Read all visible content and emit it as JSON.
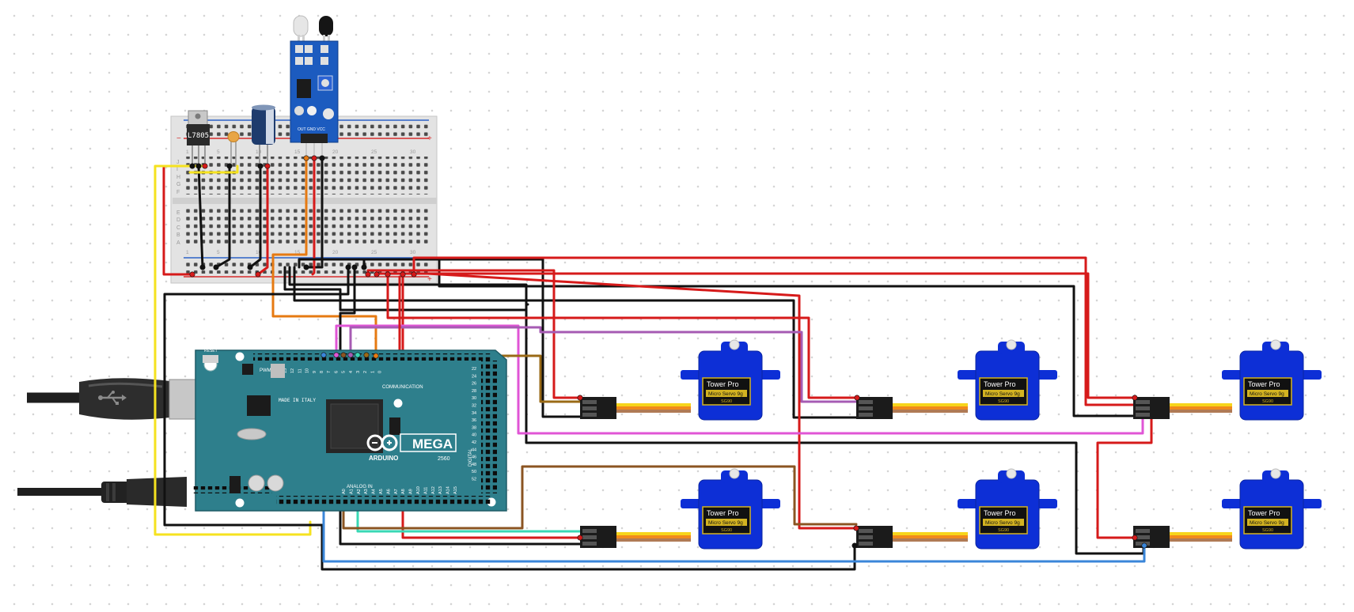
{
  "colors": {
    "canvas": "#ffffff",
    "grid_dot": "#d4d4d4",
    "breadboard": "#e3e3e3",
    "rail_red": "#d72d2d",
    "rail_blue": "#2d63c8",
    "arduino": "#2e7f8c",
    "servo_blue": "#0d2fd6",
    "ir_sensor": "#1c5bbf",
    "wire_red": "#d61a1a",
    "wire_black": "#111111",
    "wire_yellow": "#f5e21f",
    "wire_orange": "#e67a12",
    "wire_pink": "#e055d6",
    "wire_purple": "#a65bb3",
    "wire_cyan": "#39d8b4",
    "wire_brown": "#8b5422",
    "wire_blue": "#3a86d9",
    "wire_olive": "#9a6a16"
  },
  "icons": {
    "usb": "usb-icon",
    "arduino_logo": "infinity-logo-icon"
  },
  "regulator": {
    "label": "L7805"
  },
  "arduino": {
    "board_name": "MEGA",
    "board_model": "2560",
    "brand": "ARDUINO",
    "made_in": "MADE IN ITALY",
    "digital_label": "DIGITAL",
    "communication_label": "COMMUNICATION",
    "analog_label": "ANALOG IN",
    "reset_label": "RESET",
    "pwm_label": "PWM",
    "pin_top_labels": [
      "13",
      "12",
      "11",
      "10",
      "9",
      "8",
      "7",
      "6",
      "5",
      "4",
      "3",
      "2",
      "1",
      "0"
    ],
    "pin_right_labels": [
      "22",
      "24",
      "26",
      "28",
      "30",
      "32",
      "34",
      "36",
      "38",
      "40",
      "42",
      "44",
      "46",
      "48",
      "50",
      "52"
    ],
    "pin_analog_labels": [
      "A0",
      "A1",
      "A2",
      "A3",
      "A4",
      "A5",
      "A6",
      "A7",
      "A8",
      "A9",
      "A10",
      "A11",
      "A12",
      "A13",
      "A14",
      "A15"
    ]
  },
  "ir_sensor": {
    "pin_labels": "OUT GND VCC"
  },
  "breadboard": {
    "row_letters": [
      "J",
      "I",
      "H",
      "G",
      "F",
      "E",
      "D",
      "C",
      "B",
      "A"
    ],
    "column_numbers": [
      "1",
      "5",
      "10",
      "15",
      "20",
      "25",
      "30"
    ],
    "plus": "+",
    "minus": "−"
  },
  "servos": [
    {
      "brand": "Tower Pro",
      "model": "Micro Servo 9g",
      "code": "SG90"
    },
    {
      "brand": "Tower Pro",
      "model": "Micro Servo 9g",
      "code": "SG90"
    },
    {
      "brand": "Tower Pro",
      "model": "Micro Servo 9g",
      "code": "SG90"
    },
    {
      "brand": "Tower Pro",
      "model": "Micro Servo 9g",
      "code": "SG90"
    },
    {
      "brand": "Tower Pro",
      "model": "Micro Servo 9g",
      "code": "SG90"
    },
    {
      "brand": "Tower Pro",
      "model": "Micro Servo 9g",
      "code": "SG90"
    }
  ]
}
